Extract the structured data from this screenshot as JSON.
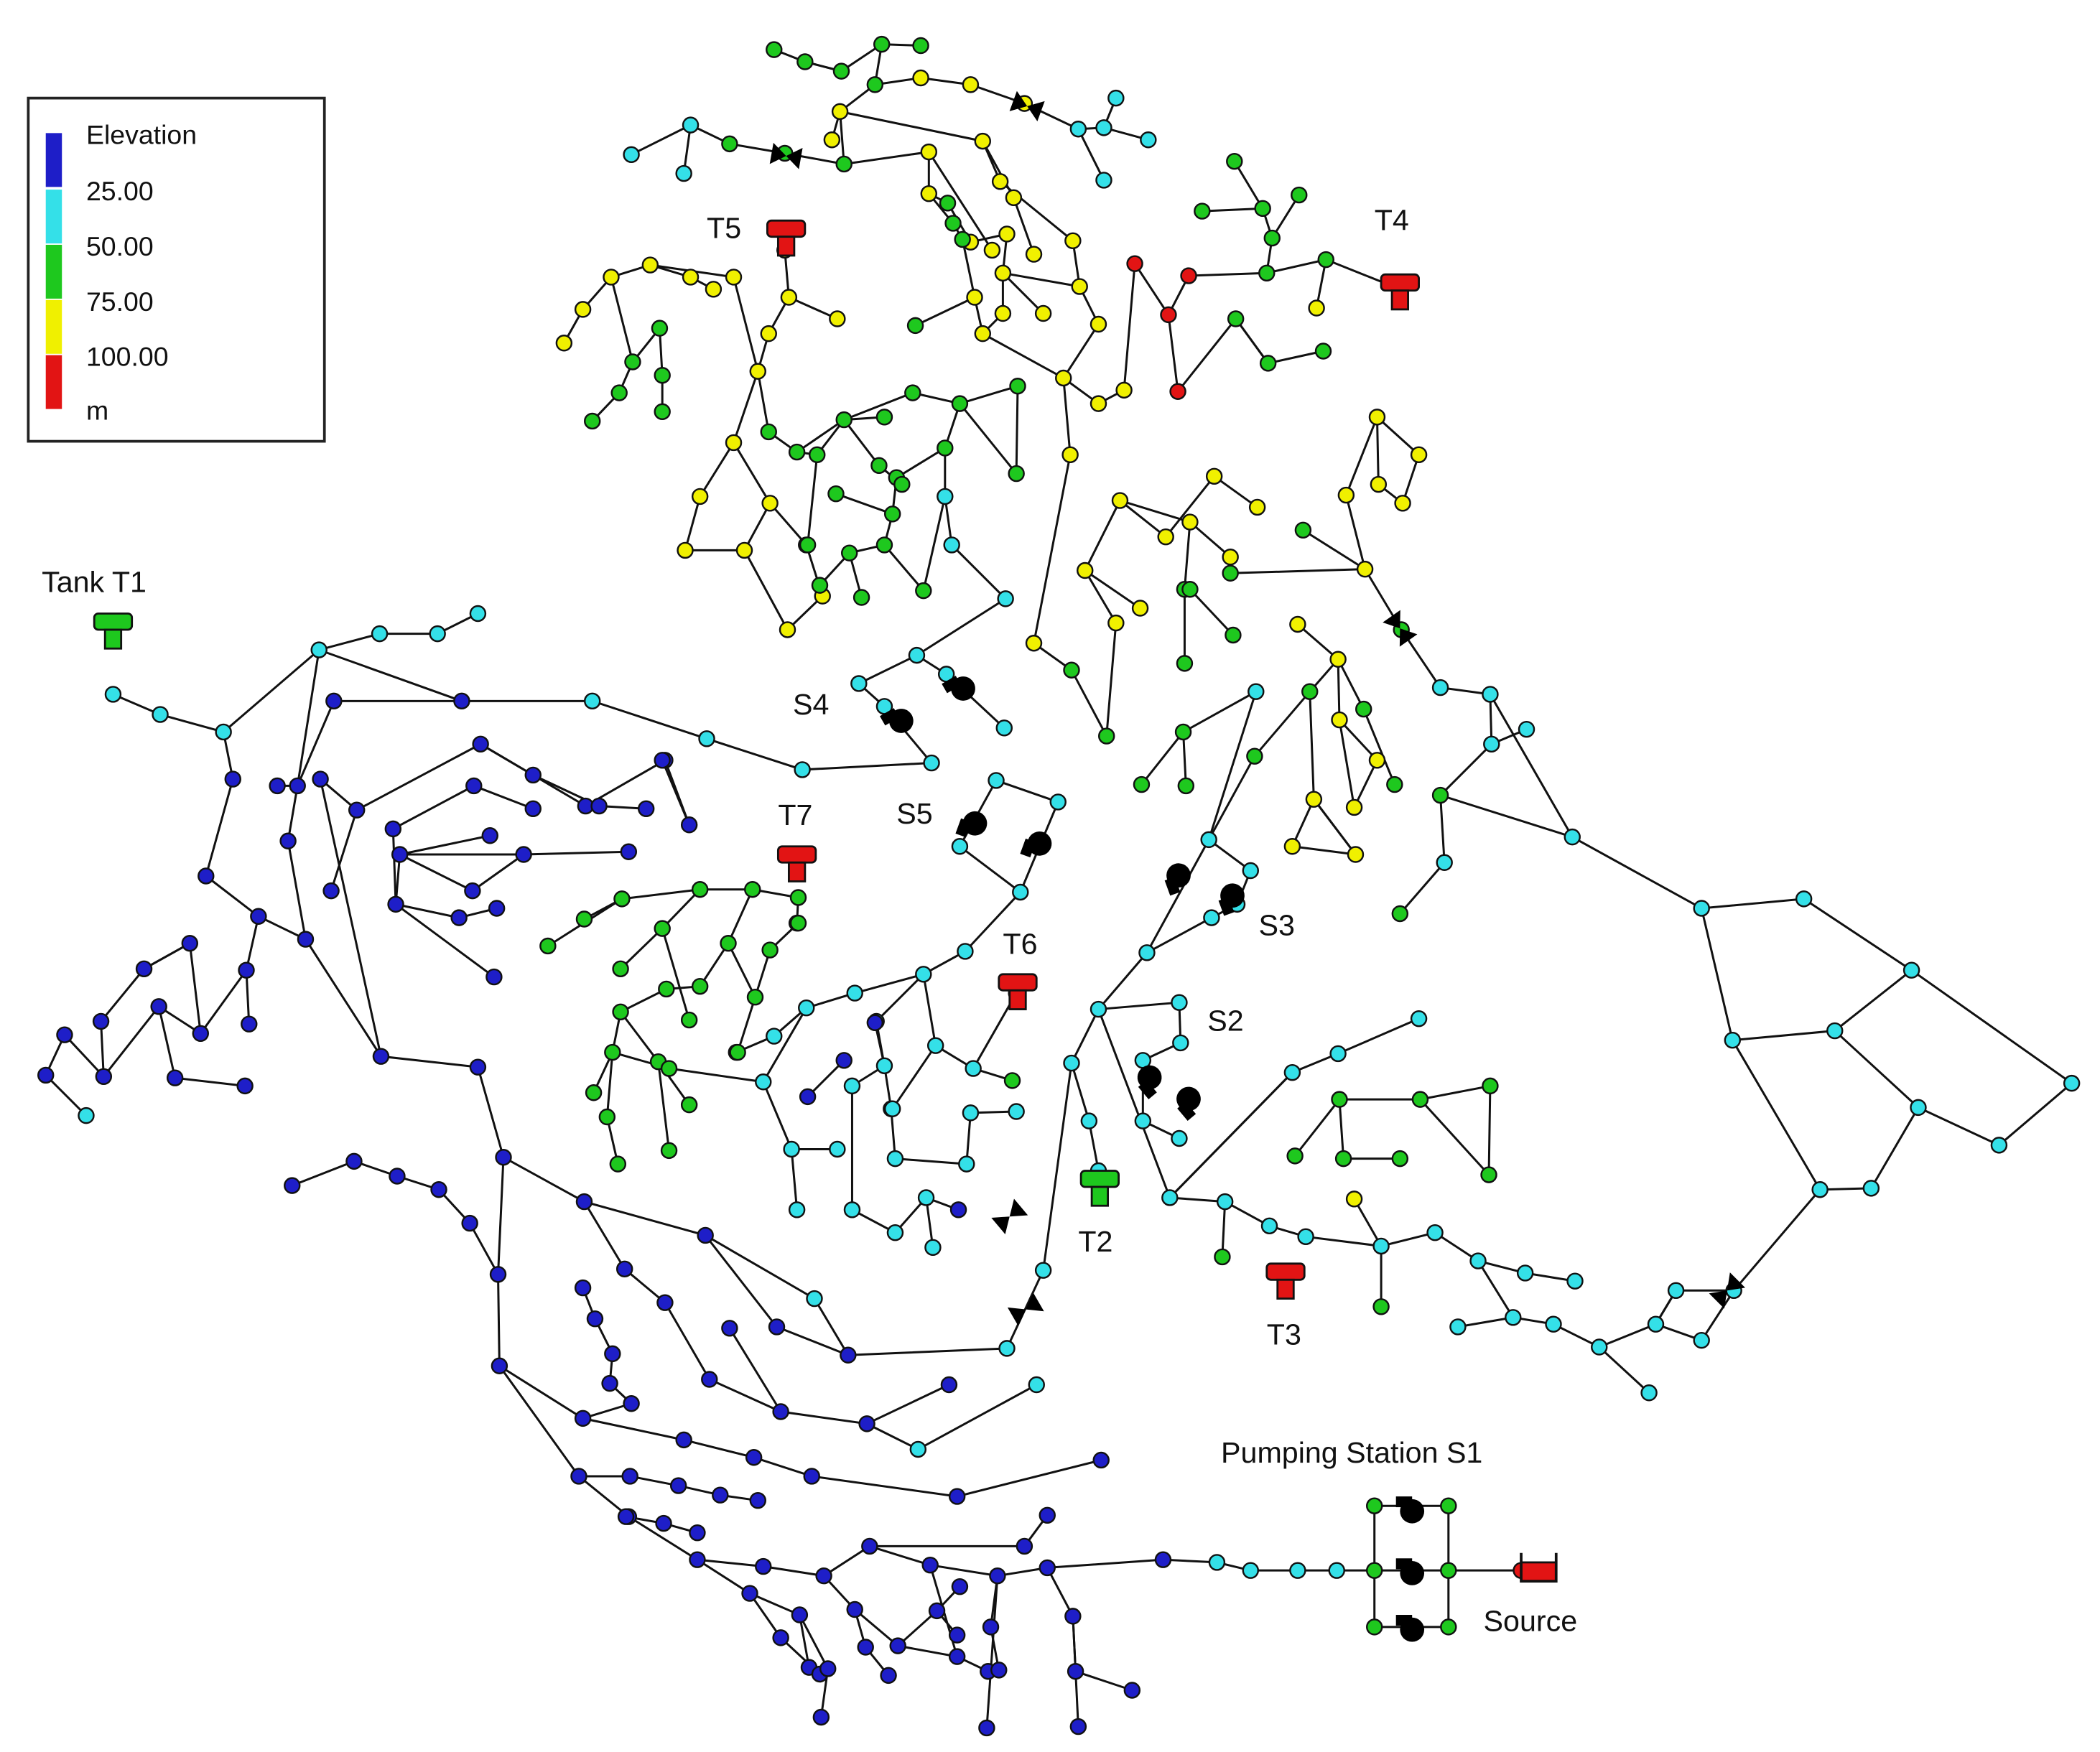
{
  "legend": {
    "title": "Elevation",
    "breaks": [
      "25.00",
      "50.00",
      "75.00",
      "100.00"
    ],
    "unit": "m",
    "colors": [
      "#1e1ec8",
      "#34e0e8",
      "#1ec81e",
      "#f0f000",
      "#e21414"
    ]
  },
  "labels": {
    "tank_t1": "Tank T1",
    "t2": "T2",
    "t3": "T3",
    "t4": "T4",
    "t5": "T5",
    "t6": "T6",
    "t7": "T7",
    "s2": "S2",
    "s3": "S3",
    "s4": "S4",
    "s5": "S5",
    "pumping_station": "Pumping Station S1",
    "source": "Source"
  },
  "colors": {
    "pipe": "#111111",
    "node_outline": "#111111",
    "pump": "#000000",
    "valve": "#000000"
  },
  "tanks": [
    {
      "id": "tank_t1",
      "band": "green"
    },
    {
      "id": "t2",
      "band": "green"
    },
    {
      "id": "t3",
      "band": "red"
    },
    {
      "id": "t4",
      "band": "red"
    },
    {
      "id": "t5",
      "band": "red"
    },
    {
      "id": "t6",
      "band": "red"
    },
    {
      "id": "t7",
      "band": "red"
    }
  ],
  "reservoir": {
    "id": "source",
    "band": "red"
  }
}
